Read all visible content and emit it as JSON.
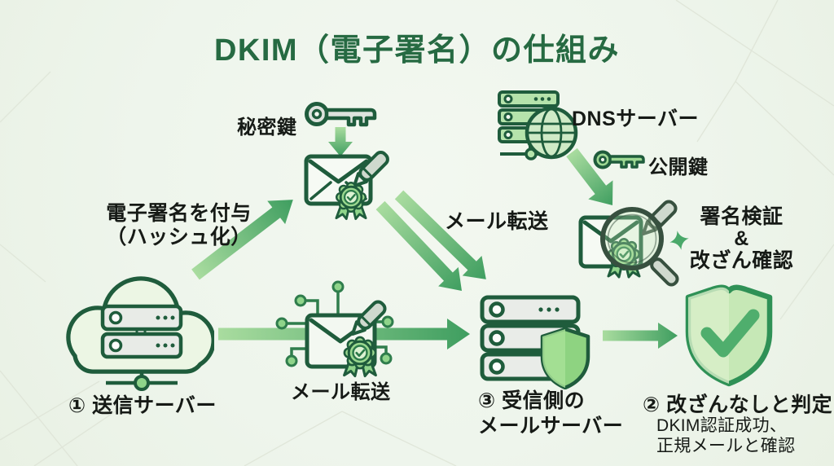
{
  "title": "DKIM（電子署名）の仕組み",
  "labels": {
    "private_key": "秘密鍵",
    "dns_server": "DNSサーバー",
    "public_key": "公開鍵",
    "verify_line1": "署名検証",
    "verify_line2": "&",
    "verify_line3": "改ざん確認",
    "attach_line1": "電子署名を付与",
    "attach_line2": "（ハッシュ化）",
    "forward_top": "メール転送",
    "forward_bottom": "メール転送",
    "sender": "① 送信サーバー",
    "receiver_line1": "③ 受信側の",
    "receiver_line2": "メールサーバー",
    "result": "② 改ざんなしと判定",
    "result_sub1": "DKIM認証成功、",
    "result_sub2": "正規メールと確認"
  },
  "colors": {
    "title": "#266a42",
    "background": "#eef5ec",
    "icon_outline": "#1f5c3c",
    "arrow_light": "#a9dc9f",
    "arrow_dark": "#3f9e60",
    "accent_fill": "#b5e3ab",
    "text": "#161a16"
  }
}
